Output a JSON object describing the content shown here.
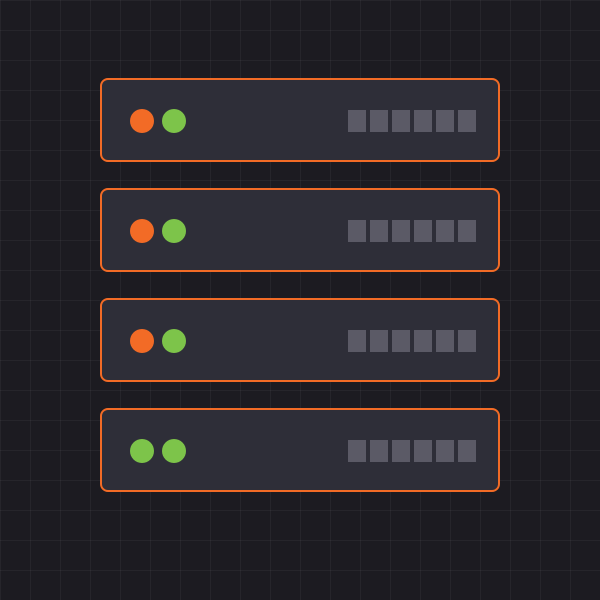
{
  "colors": {
    "background": "#1c1b21",
    "server_fill": "#2e2e38",
    "server_border": "#f26b26",
    "bay_fill": "#5b5a66",
    "status_alert": "#f26b26",
    "status_ok": "#7dc44a"
  },
  "servers": [
    {
      "leds": [
        "alert",
        "ok"
      ],
      "bay_count": 6
    },
    {
      "leds": [
        "alert",
        "ok"
      ],
      "bay_count": 6
    },
    {
      "leds": [
        "alert",
        "ok"
      ],
      "bay_count": 6
    },
    {
      "leds": [
        "ok",
        "ok"
      ],
      "bay_count": 6
    }
  ]
}
